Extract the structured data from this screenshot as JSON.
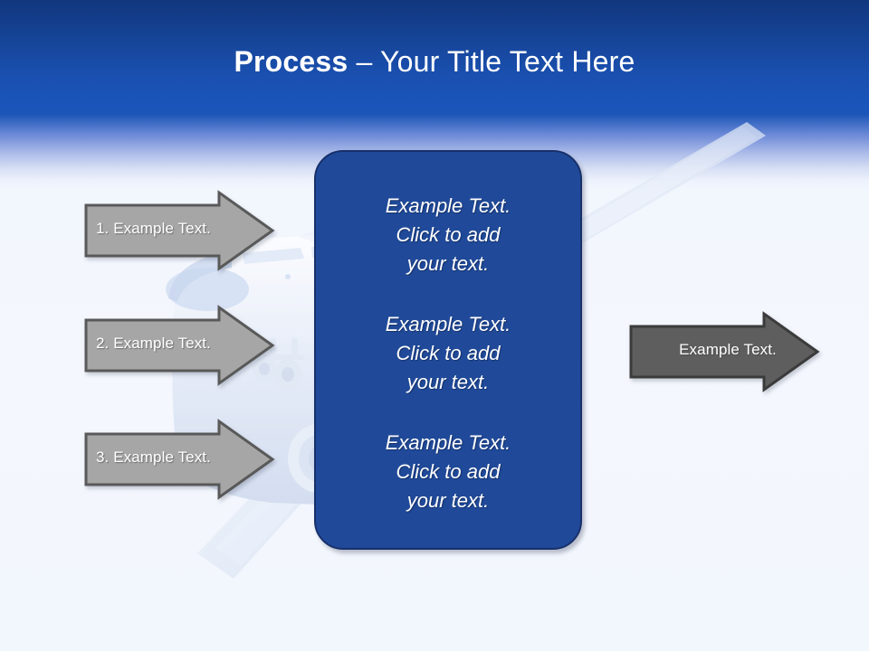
{
  "slide": {
    "title": {
      "bold_part": "Process",
      "regular_part": " – Your Title Text Here"
    },
    "colors": {
      "header_blue_top": "#12377f",
      "header_blue_bottom": "#1b55b7",
      "background": "#f2f6fd",
      "center_box_fill": "#204a99",
      "center_box_border": "#17306b",
      "input_arrow_fill": "#a6a6a6",
      "output_arrow_fill": "#5e5e5e",
      "arrow_border": "#595959",
      "text_white": "#ffffff"
    },
    "input_arrows": [
      {
        "label": "1. Example Text."
      },
      {
        "label": "2. Example Text."
      },
      {
        "label": "3. Example Text."
      }
    ],
    "center_box": {
      "paragraphs": [
        "Example Text.\nClick  to add\nyour text.",
        "Example Text.\nClick  to add\nyour text.",
        "Example Text.\nClick  to add\nyour text."
      ]
    },
    "output_arrow": {
      "label": "Example Text."
    },
    "background_graphic": "airplane-watermark"
  }
}
